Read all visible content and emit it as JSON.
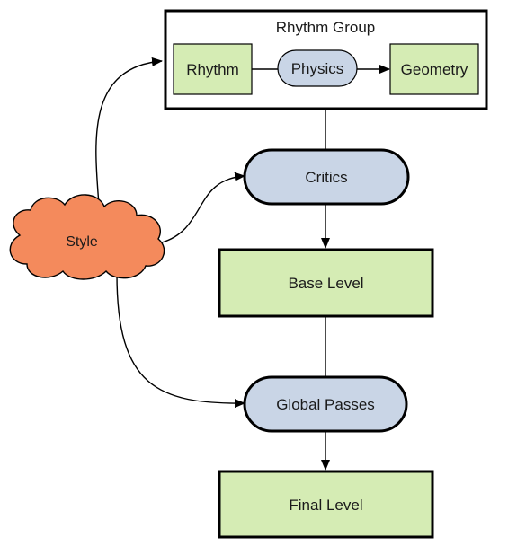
{
  "group": {
    "title": "Rhythm Group",
    "rhythm": "Rhythm",
    "physics": "Physics",
    "geometry": "Geometry"
  },
  "nodes": {
    "style": "Style",
    "critics": "Critics",
    "base_level": "Base Level",
    "global_passes": "Global Passes",
    "final_level": "Final Level"
  },
  "colors": {
    "green_fill": "#d5ecb4",
    "blue_fill": "#c9d5e6",
    "cloud_fill": "#f48a5c",
    "stroke": "#000000"
  }
}
